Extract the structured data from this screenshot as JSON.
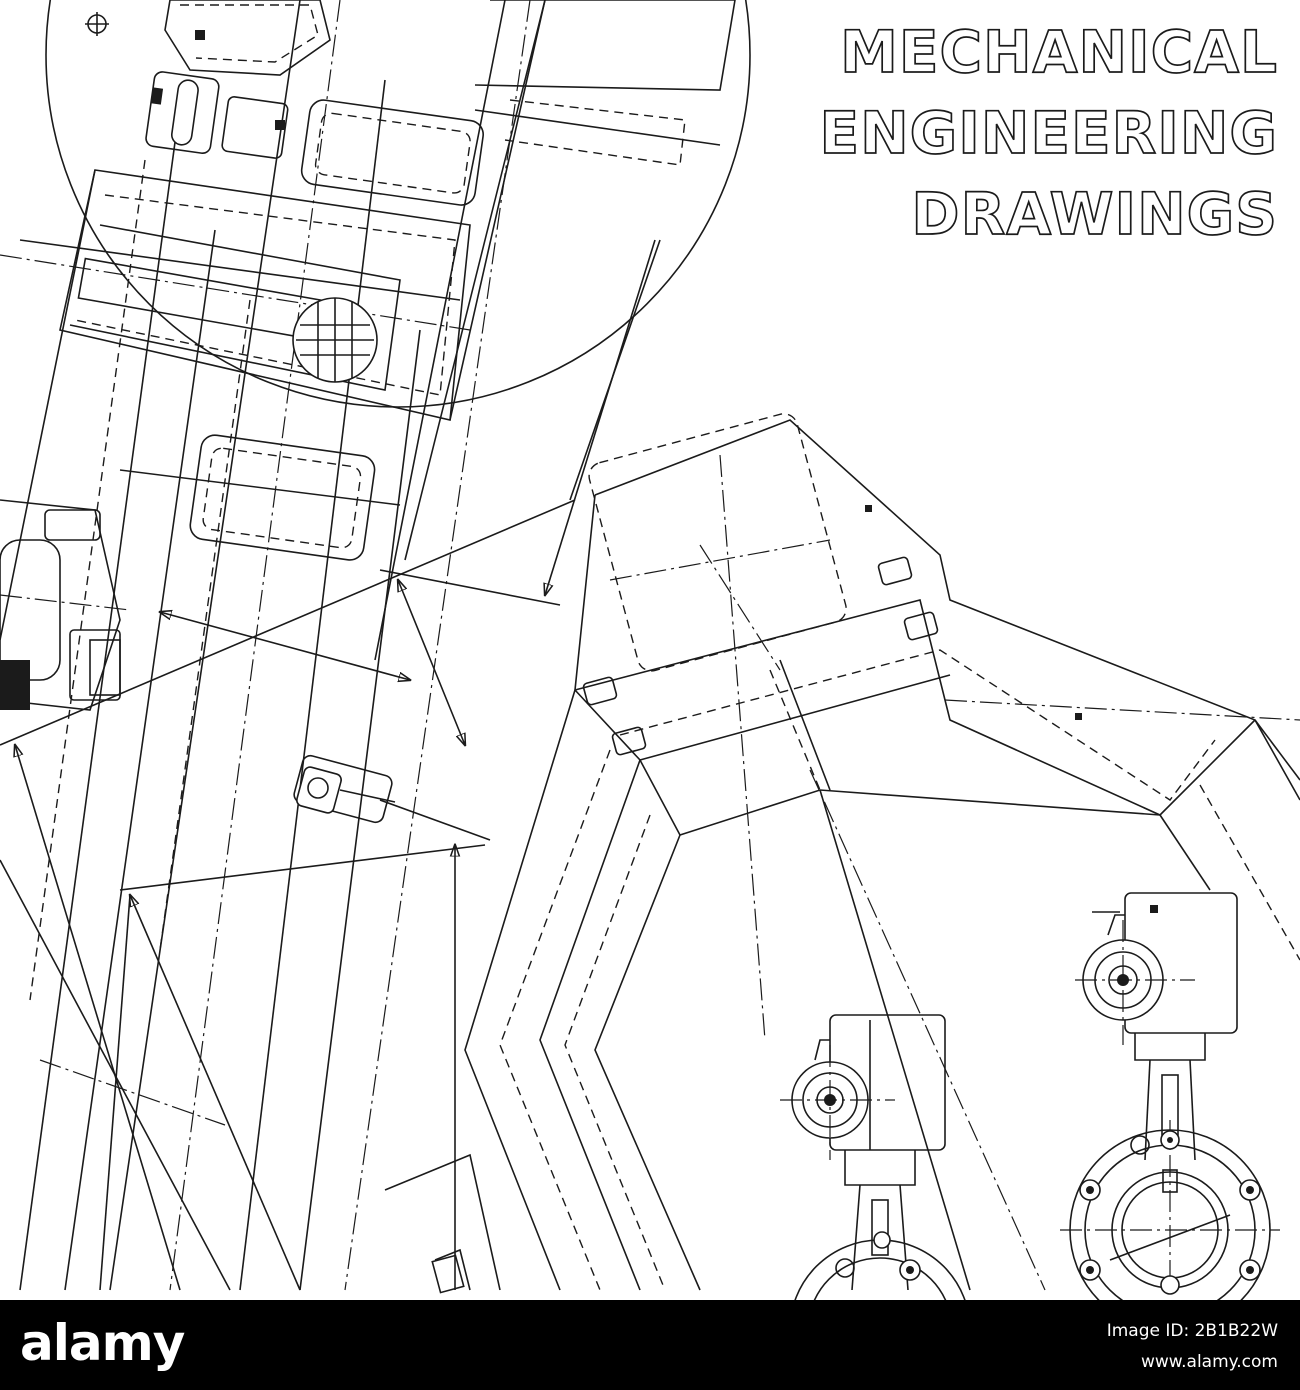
{
  "title": {
    "lines": [
      "MECHANICAL",
      "ENGINEERING",
      "DRAWINGS"
    ]
  },
  "footer": {
    "brand": "alamy",
    "image_id_label": "Image ID: 2B1B22W",
    "site": "www.alamy.com"
  },
  "colors": {
    "line": "#1b1b1b",
    "background": "#ffffff",
    "footer_background": "#000000",
    "footer_text": "#ffffff"
  },
  "drawing": {
    "subject": "mechanical assembly with shafts, bolts, hexagonal pipe frame and two valve actuators",
    "icons": [
      "bolt-icon",
      "valve-icon",
      "flange-icon",
      "dimension-arrow-icon"
    ]
  }
}
